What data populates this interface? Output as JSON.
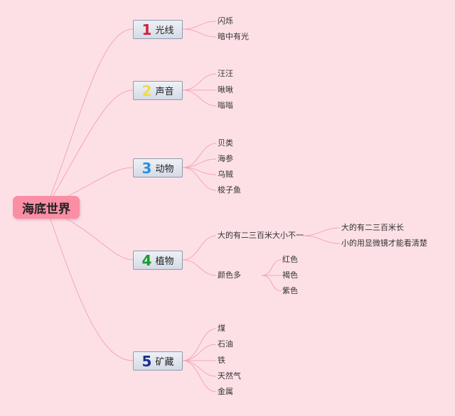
{
  "root": {
    "label": "海底世界"
  },
  "branches": [
    {
      "num": "1",
      "label": "光线",
      "num_color": "#d11f3c",
      "children": [
        {
          "label": "闪烁"
        },
        {
          "label": "暗中有光"
        }
      ]
    },
    {
      "num": "2",
      "label": "声音",
      "num_color": "#f2d84a",
      "children": [
        {
          "label": "汪汪"
        },
        {
          "label": "啾啾"
        },
        {
          "label": "嗡嗡"
        }
      ]
    },
    {
      "num": "3",
      "label": "动物",
      "num_color": "#2f8fd8",
      "children": [
        {
          "label": "贝类"
        },
        {
          "label": "海参"
        },
        {
          "label": "乌贼"
        },
        {
          "label": "梭子鱼"
        }
      ]
    },
    {
      "num": "4",
      "label": "植物",
      "num_color": "#1e9a2e",
      "children": [
        {
          "label": "大的有二三百米大小不一",
          "children": [
            {
              "label": "大的有二三百米长"
            },
            {
              "label": "小的用显微镜才能看清楚"
            }
          ]
        },
        {
          "label": "颜色多",
          "children": [
            {
              "label": "红色"
            },
            {
              "label": "褐色"
            },
            {
              "label": "紫色"
            }
          ]
        }
      ]
    },
    {
      "num": "5",
      "label": "矿藏",
      "num_color": "#1d2f8c",
      "children": [
        {
          "label": "煤"
        },
        {
          "label": "石油"
        },
        {
          "label": "铁"
        },
        {
          "label": "天然气"
        },
        {
          "label": "金属"
        }
      ]
    }
  ]
}
